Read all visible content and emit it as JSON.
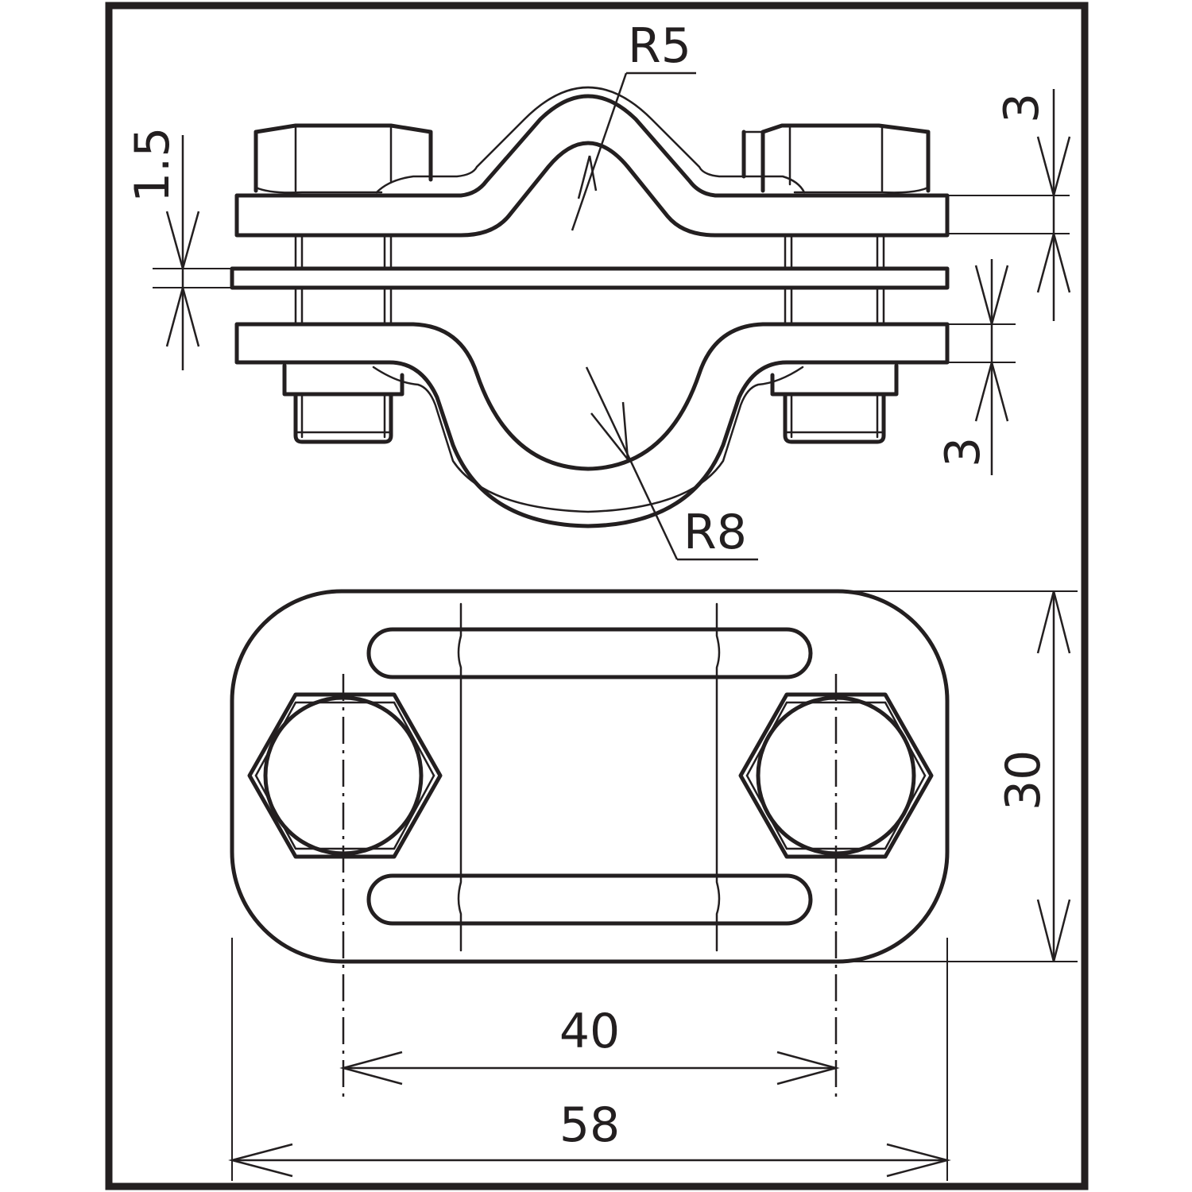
{
  "dimensions": {
    "radius_top": "R5",
    "radius_bottom": "R8",
    "thickness_plate": "1.5",
    "thickness_top": "3",
    "thickness_bottom": "3",
    "height": "30",
    "hole_spacing": "40",
    "overall_length": "58"
  },
  "colors": {
    "line": "#231f20",
    "background": "#ffffff"
  }
}
